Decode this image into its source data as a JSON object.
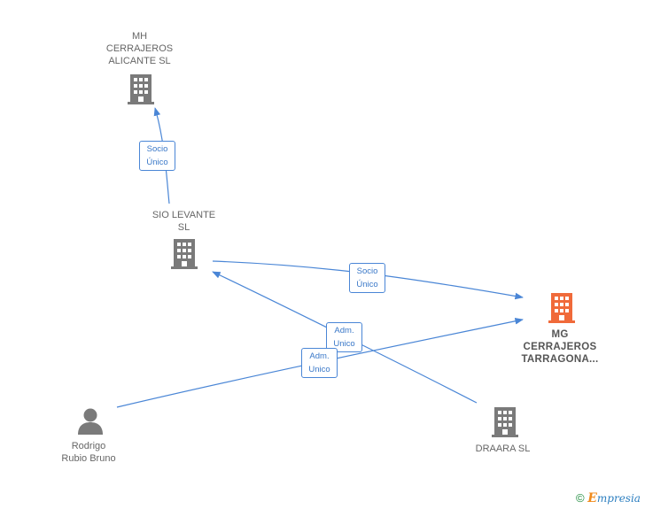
{
  "nodes": {
    "mh": {
      "label_lines": [
        "MH",
        "CERRAJEROS",
        "ALICANTE  SL"
      ],
      "type": "company",
      "color": "#7a7a7a"
    },
    "sio": {
      "label_lines": [
        "SIO LEVANTE",
        "SL"
      ],
      "type": "company",
      "color": "#7a7a7a"
    },
    "mg": {
      "label_lines": [
        "MG",
        "CERRAJEROS",
        "TARRAGONA..."
      ],
      "type": "company",
      "color": "#f06a3a",
      "focus": true
    },
    "draara": {
      "label_lines": [
        "DRAARA  SL"
      ],
      "type": "company",
      "color": "#7a7a7a"
    },
    "rodrigo": {
      "label_lines": [
        "Rodrigo",
        "Rubio Bruno"
      ],
      "type": "person",
      "color": "#7a7a7a"
    }
  },
  "edges": {
    "e1": {
      "from": "sio",
      "to": "mh",
      "label_lines": [
        "Socio",
        "Único"
      ]
    },
    "e2": {
      "from": "sio",
      "to": "mg",
      "label_lines": [
        "Socio",
        "Único"
      ]
    },
    "e3": {
      "from": "draara",
      "to": "sio",
      "label_lines": [
        "Adm.",
        "Unico"
      ]
    },
    "e4": {
      "from": "rodrigo",
      "to": "mg",
      "label_lines": [
        "Adm.",
        "Unico"
      ]
    }
  },
  "colors": {
    "edge": "#4a86d6",
    "node": "#7a7a7a",
    "focus_node": "#f06a3a"
  },
  "footer": {
    "copyright_symbol": "©",
    "brand_initial": "E",
    "brand_rest": "mpresia"
  }
}
